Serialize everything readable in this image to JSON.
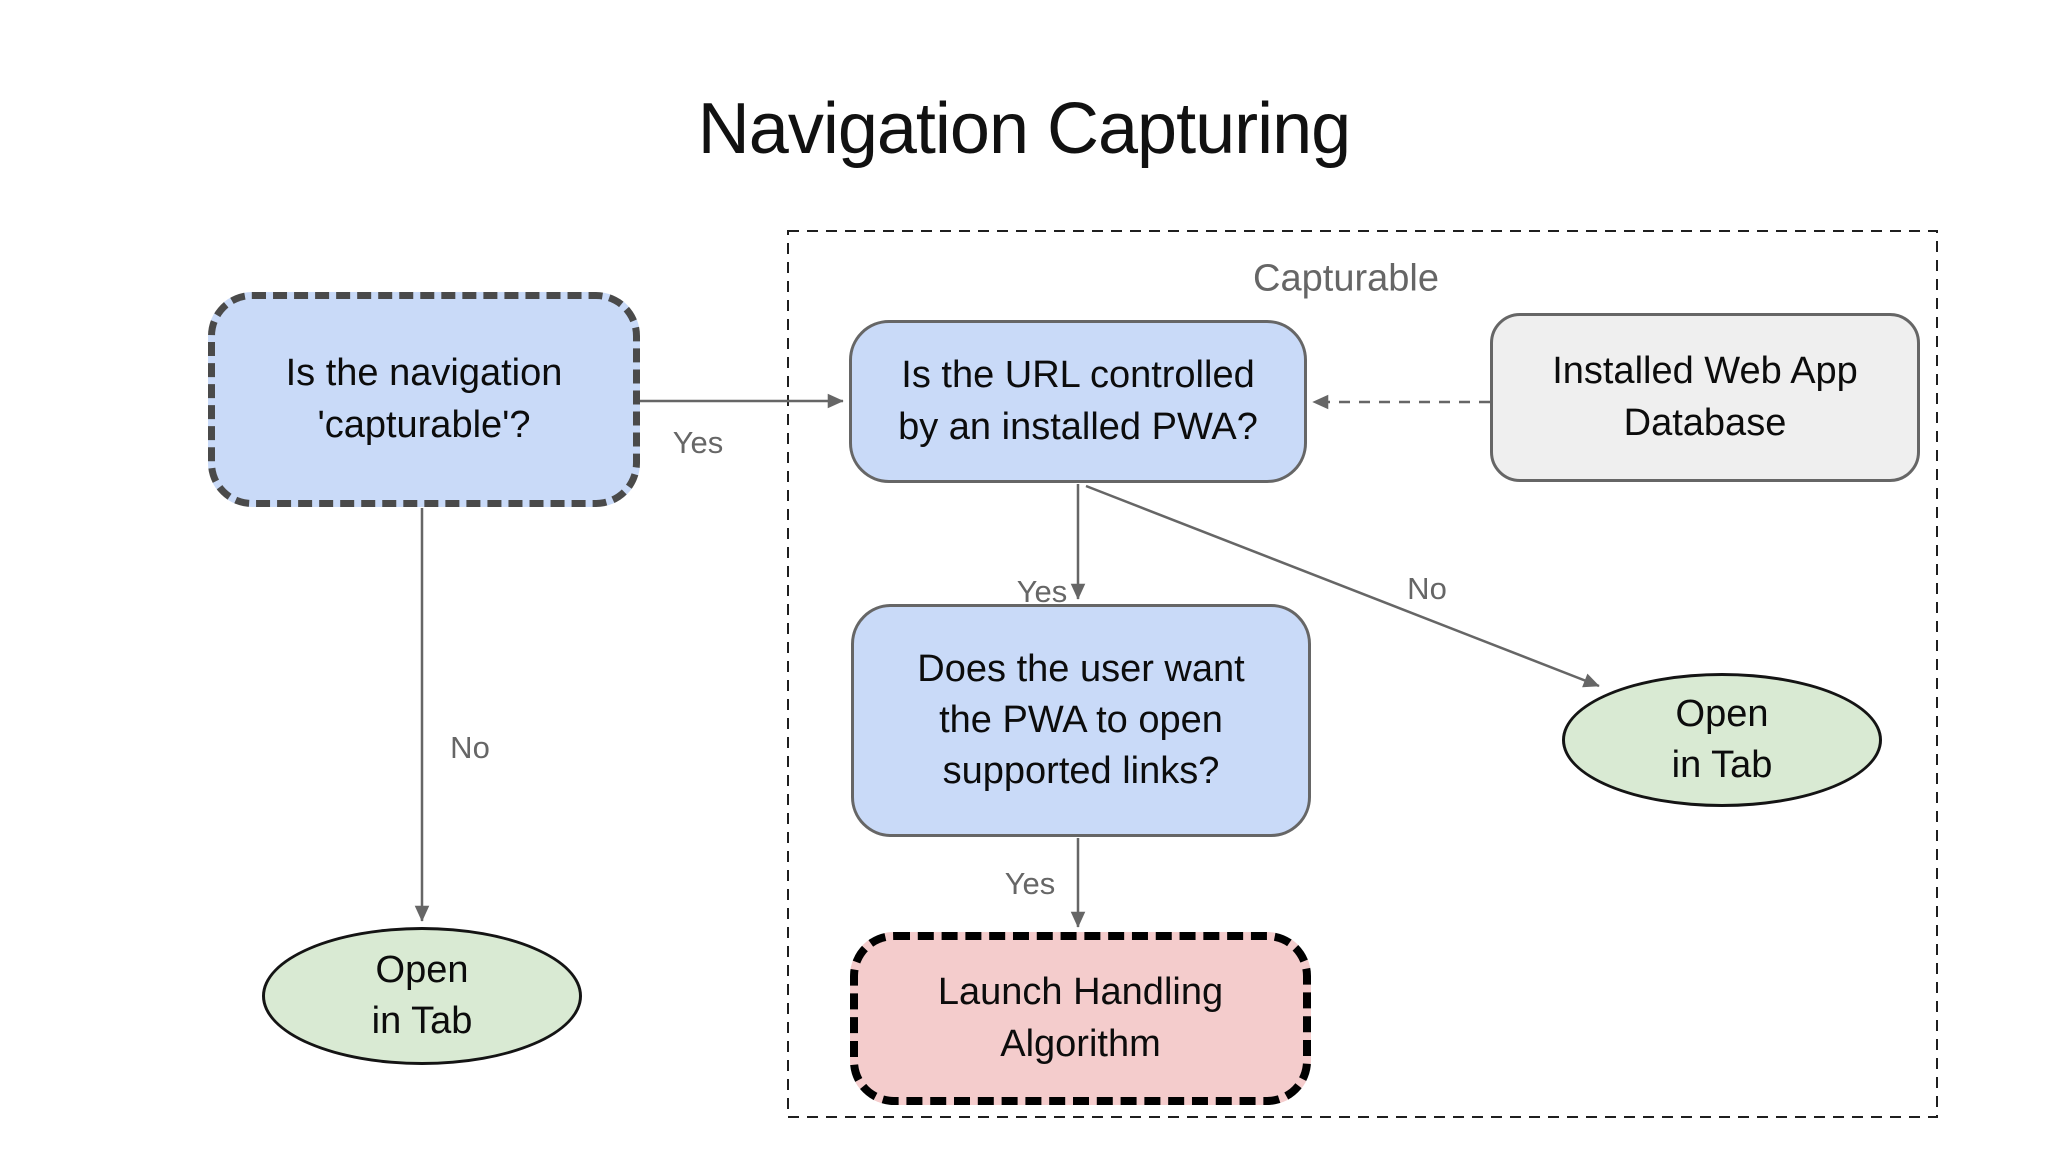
{
  "diagram": {
    "title": "Navigation Capturing",
    "group_label": "Capturable",
    "nodes": {
      "capturable_question": {
        "text": "Is the navigation\n'capturable'?"
      },
      "url_question": {
        "text": "Is the URL controlled\nby an installed PWA?"
      },
      "db": {
        "text": "Installed Web App\nDatabase"
      },
      "links_question": {
        "text": "Does the user want\nthe PWA to open\nsupported links?"
      },
      "launch": {
        "text": "Launch Handling\nAlgorithm"
      },
      "open_tab_left": {
        "text": "Open\nin Tab"
      },
      "open_tab_right": {
        "text": "Open\nin Tab"
      }
    },
    "edge_labels": {
      "capturable_yes": "Yes",
      "capturable_no": "No",
      "pwa_yes": "Yes",
      "pwa_no": "No",
      "links_yes": "Yes"
    },
    "colors": {
      "question_fill": "#c9daf8",
      "terminal_fill": "#d9ead3",
      "launch_fill": "#f4cccc",
      "db_fill": "#efefef",
      "solid_border": "#666666",
      "dashed_node_border": "#4a4a4a",
      "launch_border": "#000000",
      "edge_stroke": "#666666",
      "label_text": "#666666",
      "node_text": "#0c0c0c"
    }
  }
}
